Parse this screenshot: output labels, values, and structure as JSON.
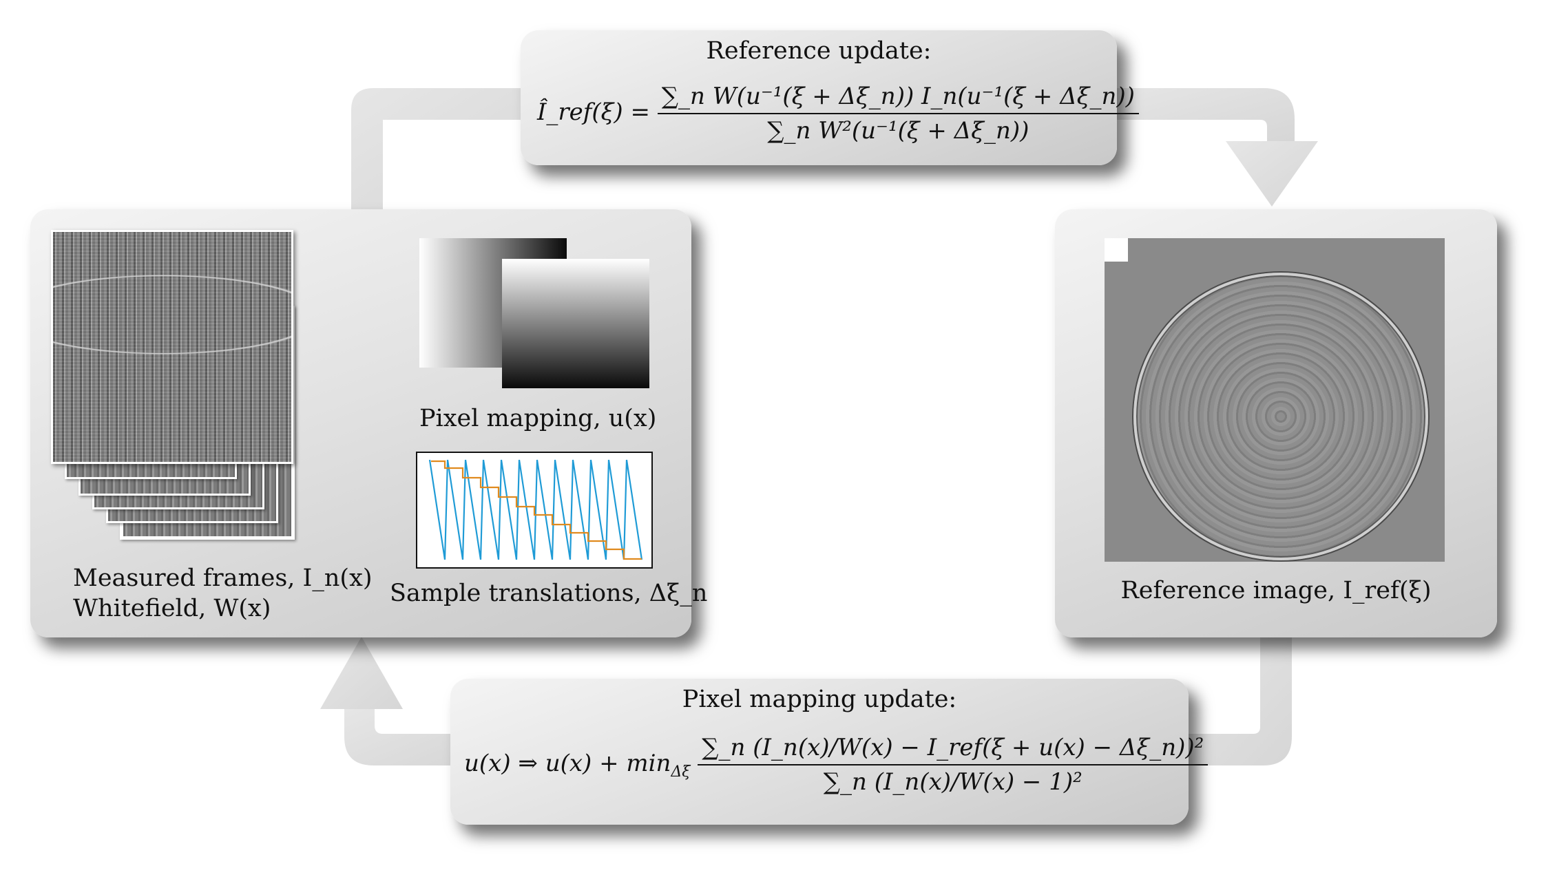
{
  "top_box": {
    "title": "Reference update:",
    "lhs": "Î_ref(ξ) =",
    "numerator": "∑_n W(u⁻¹(ξ + Δξ_n)) I_n(u⁻¹(ξ + Δξ_n))",
    "denominator": "∑_n W²(u⁻¹(ξ + Δξ_n))"
  },
  "bottom_box": {
    "title": "Pixel mapping update:",
    "lhs": "u(x) ⇒ u(x) + min",
    "min_sub": "Δξ",
    "numerator": "∑_n (I_n(x)/W(x) − I_ref(ξ + u(x) − Δξ_n))²",
    "denominator": "∑_n (I_n(x)/W(x) − 1)²"
  },
  "left_panel": {
    "frames_caption_line1": "Measured frames, I_n(x)",
    "frames_caption_line2": "Whitefield, W(x)",
    "mapping_caption": "Pixel mapping, u(x)",
    "translations_caption": "Sample translations, Δξ_n"
  },
  "right_panel": {
    "caption": "Reference image, I_ref(ξ)"
  },
  "colors": {
    "loop_arrow": "#dedede",
    "scan_blue": "#1f9bd6",
    "scan_orange": "#e08a1e"
  }
}
